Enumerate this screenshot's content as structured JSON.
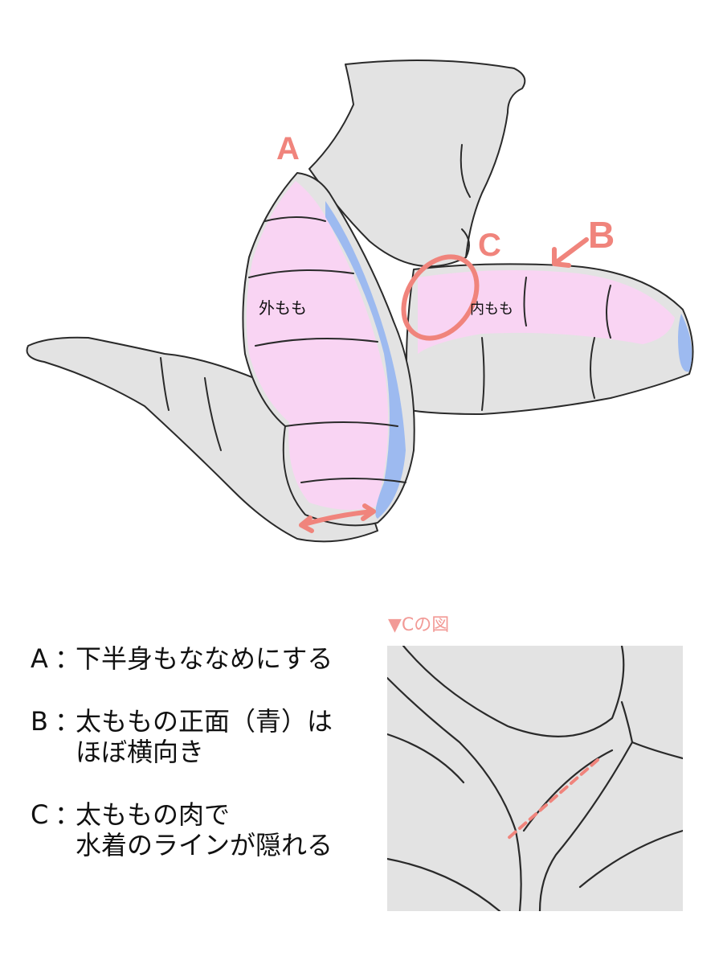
{
  "labels": {
    "a": "A",
    "b": "B",
    "c": "C",
    "outer_thigh": "外もも",
    "inner_thigh": "内もも"
  },
  "notes": [
    {
      "letter": "A",
      "separator": "：",
      "text": "下半身もななめにする"
    },
    {
      "letter": "B",
      "separator": "：",
      "text": "太ももの正面（青）は\nほぼ横向き"
    },
    {
      "letter": "C",
      "separator": "：",
      "text": "太ももの肉で\n水着のラインが隠れる"
    }
  ],
  "inset": {
    "caption": "▼Cの図"
  },
  "colors": {
    "accent": "#f0847c",
    "outer_thigh": "#f9d4f3",
    "front_face": "#9dbaf0",
    "skin_base": "#e3e3e3",
    "line": "#2a2a2a"
  }
}
